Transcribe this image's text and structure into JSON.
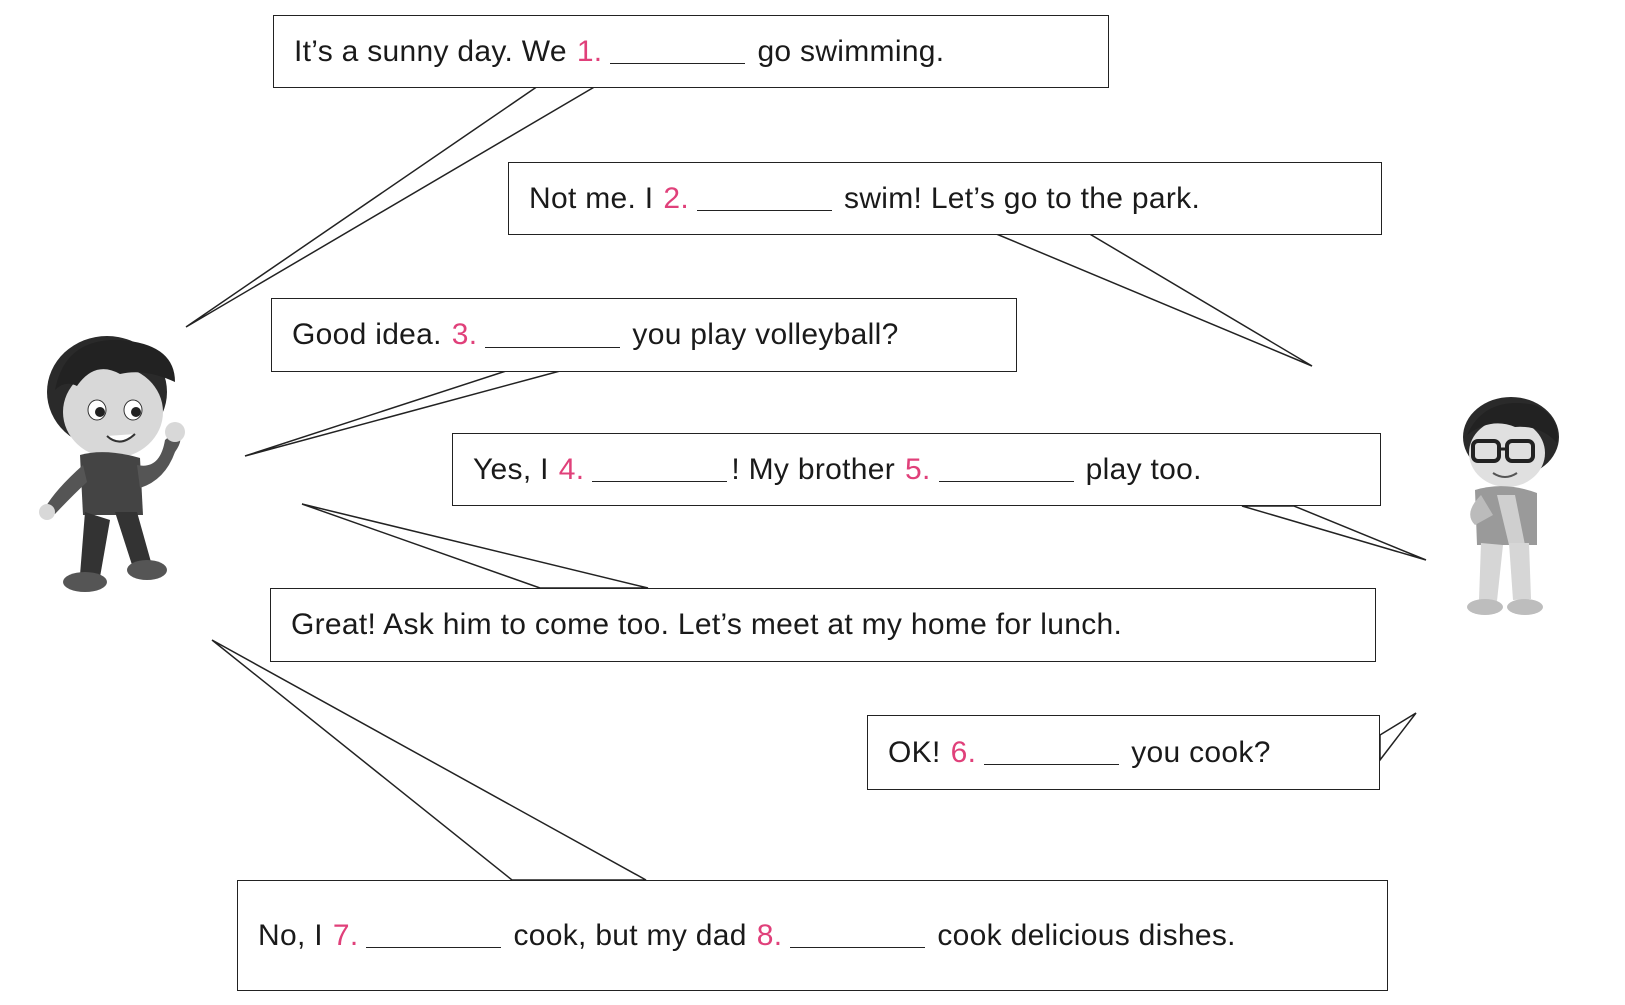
{
  "colors": {
    "number": "#e0407a",
    "line": "#222222"
  },
  "bubbles": [
    {
      "id": "b1",
      "speaker": "boy-left",
      "before": "It’s a sunny day. We",
      "num": "1.",
      "after": "go swimming."
    },
    {
      "id": "b2",
      "speaker": "boy-right",
      "before": "Not me. I",
      "num": "2.",
      "after": "swim! Let’s go to the park."
    },
    {
      "id": "b3",
      "speaker": "boy-left",
      "before": "Good idea.",
      "num": "3.",
      "after": "you play volleyball?"
    },
    {
      "id": "b4",
      "speaker": "boy-right",
      "before": "Yes, I",
      "num": "4.",
      "mid": "! My brother",
      "num2": "5.",
      "after": "play too."
    },
    {
      "id": "b5",
      "speaker": "boy-left",
      "text": "Great! Ask him to come too. Let’s meet at my home for lunch."
    },
    {
      "id": "b6",
      "speaker": "boy-right",
      "before": "OK!",
      "num": "6.",
      "after": "you cook?"
    },
    {
      "id": "b7",
      "speaker": "boy-left",
      "before": "No, I",
      "num": "7.",
      "mid": "cook, but my dad",
      "num2": "8.",
      "after": "cook delicious dishes."
    }
  ],
  "characters": [
    {
      "id": "boy-left",
      "description_icon": "boy-waving-icon"
    },
    {
      "id": "boy-right",
      "description_icon": "boy-with-glasses-icon"
    }
  ]
}
